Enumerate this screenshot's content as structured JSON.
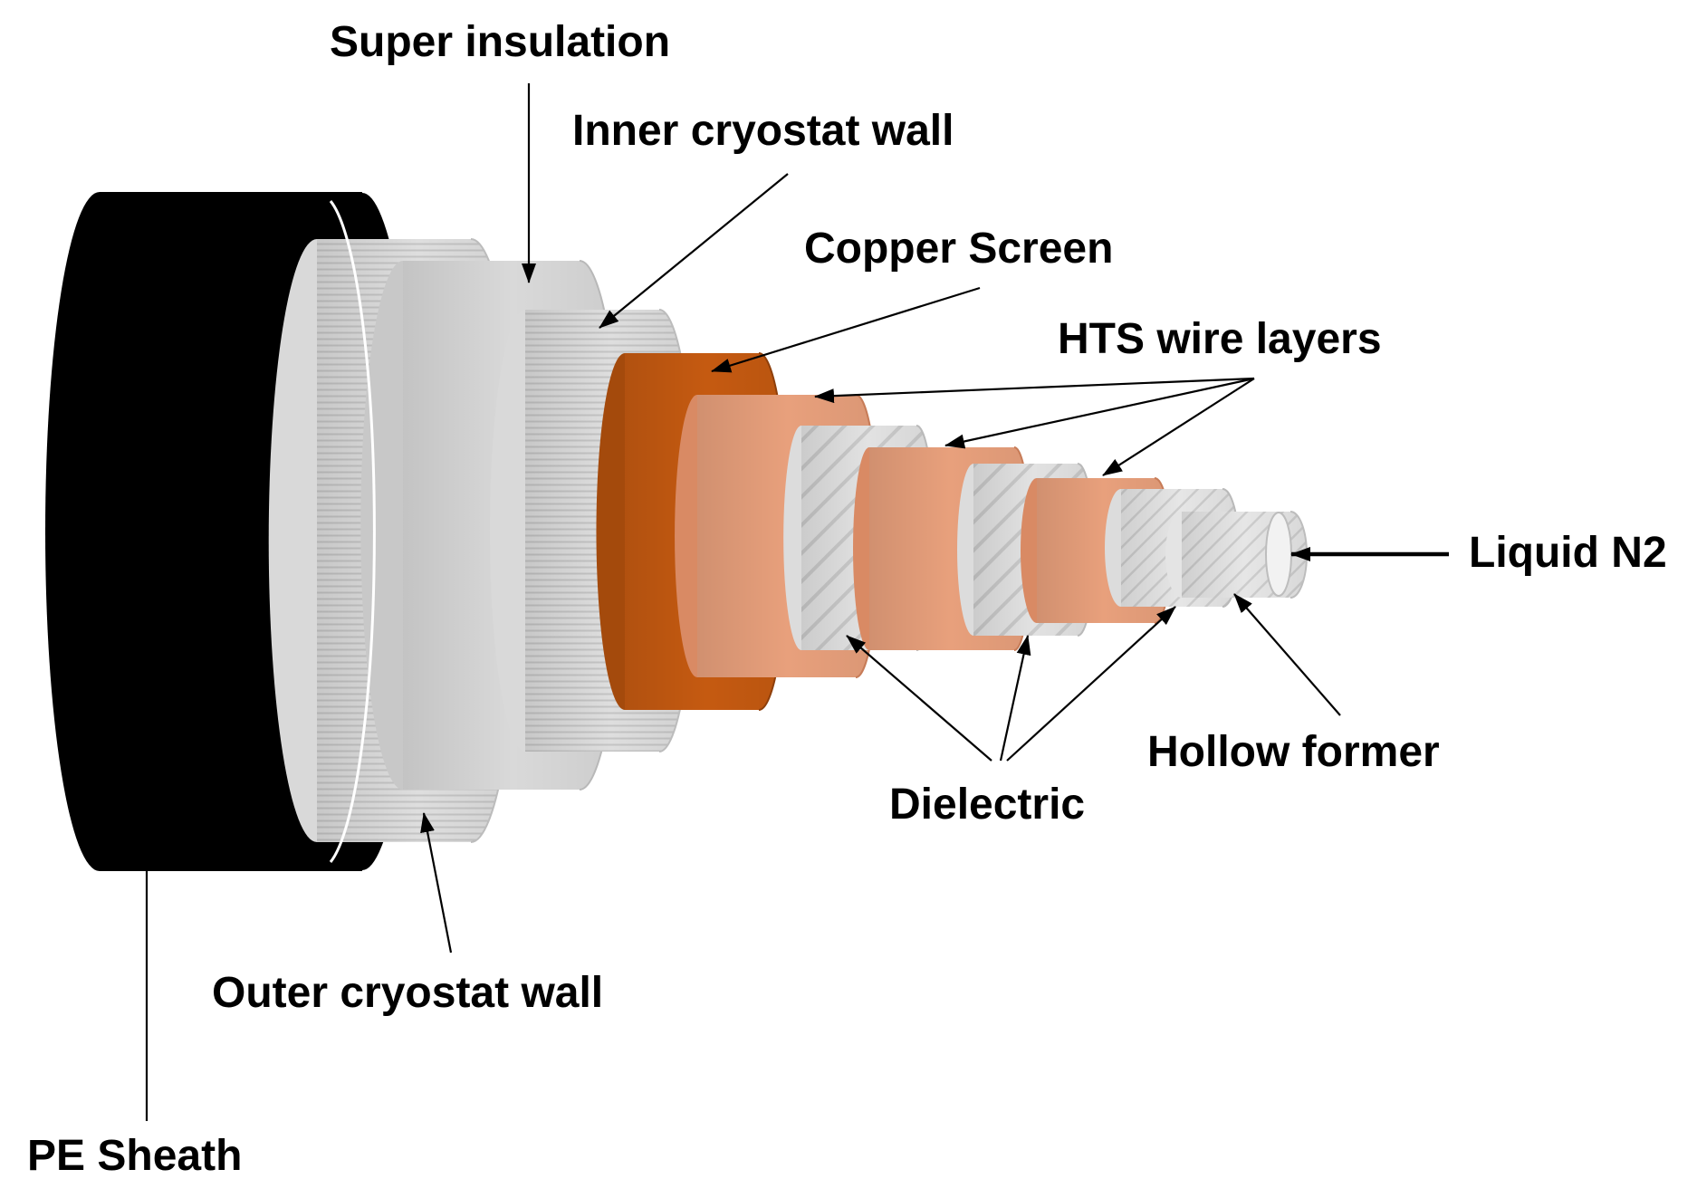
{
  "labels": {
    "super_insulation": "Super insulation",
    "inner_cryostat_wall": "Inner cryostat wall",
    "copper_screen": "Copper Screen",
    "hts_wire_layers": "HTS wire layers",
    "liquid_n2": "Liquid N2",
    "hollow_former": "Hollow former",
    "dielectric": "Dielectric",
    "outer_cryostat_wall": "Outer cryostat wall",
    "pe_sheath": "PE Sheath"
  },
  "colors": {
    "pe_sheath": "#000000",
    "cryostat_light": "#d9d9d9",
    "cryostat_dark": "#c8c8c8",
    "copper_screen": "#c55a11",
    "copper_screen_dark": "#a44a0c",
    "hts_wire": "#e8a07c",
    "hts_wire_dark": "#d98a64",
    "dielectric": "#dcdcdc",
    "former": "#e4e4e4"
  }
}
